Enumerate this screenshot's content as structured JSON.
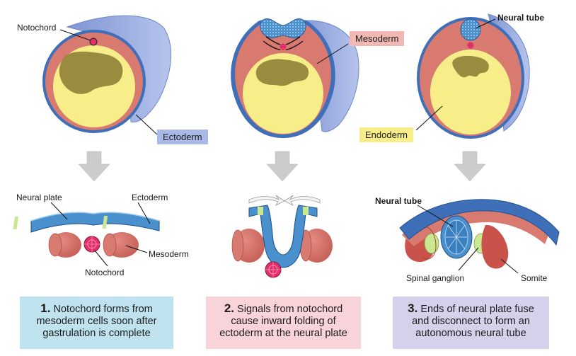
{
  "colors": {
    "ectoderm": "#8ea3da",
    "mesoderm": "#d97a70",
    "yolk": "#f7ee8a",
    "neural": "#4a90cc",
    "notochord": "#e0306a",
    "arrow": "#cccccc",
    "caption1_bg": "#bfe3ee",
    "caption2_bg": "#f9d3da",
    "caption3_bg": "#d6d1ea"
  },
  "labels": {
    "notochord_top": "Notochord",
    "mesoderm_tag": "Mesoderm",
    "neural_tube_top": "Neural tube",
    "ectoderm_tag": "Ectoderm",
    "endoderm_tag": "Endoderm",
    "neural_plate": "Neural plate",
    "ectoderm_bottom": "Ectoderm",
    "mesoderm_bottom": "Mesoderm",
    "notochord_bottom": "Notochord",
    "neural_tube_bottom": "Neural tube",
    "spinal_ganglion": "Spinal ganglion",
    "somite": "Somite"
  },
  "captions": [
    {
      "num": "1.",
      "line1": "Notochord forms from",
      "line2": "mesoderm cells soon after",
      "line3": "gastrulation is complete"
    },
    {
      "num": "2.",
      "line1": "Signals from notochord",
      "line2": "cause inward folding of",
      "line3": "ectoderm at the neural plate"
    },
    {
      "num": "3.",
      "line1": "Ends of neural plate fuse",
      "line2": "and disconnect to form an",
      "line3": "autonomous neural tube"
    }
  ]
}
